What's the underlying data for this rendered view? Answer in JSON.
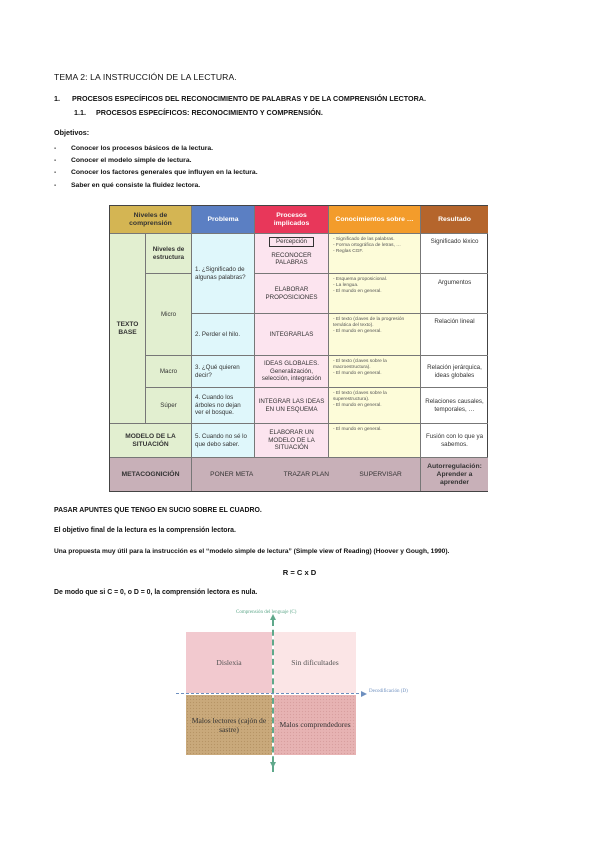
{
  "title": "TEMA 2: LA INSTRUCCIÓN DE LA LECTURA.",
  "section": {
    "num": "1.",
    "text": "PROCESOS ESPECÍFICOS DEL RECONOCIMIENTO DE PALABRAS Y DE LA COMPRENSIÓN LECTORA."
  },
  "subsection": {
    "num": "1.1.",
    "text": "PROCESOS ESPECÍFICOS: RECONOCIMIENTO Y COMPRENSIÓN."
  },
  "objectives_title": "Objetivos:",
  "objectives": [
    "Conocer los procesos básicos de la lectura.",
    "Conocer el modelo simple de lectura.",
    "Conocer los factores generales que influyen en la lectura.",
    "Saber en qué consiste la fluidez lectora."
  ],
  "table": {
    "headers": [
      "Niveles de comprensión",
      "Problema",
      "Procesos implicados",
      "Conocimientos sobre …",
      "Resultado"
    ],
    "texto_base": "TEXTO BASE",
    "niveles_estructura": "Niveles de estructura",
    "micro": "Micro",
    "macro": "Macro",
    "super": "Súper",
    "problems": [
      "1. ¿Significado de algunas palabras?",
      "2. Perder el hilo.",
      "3. ¿Qué quieren decir?",
      "4. Cuando los árboles no dejan ver el bosque.",
      "5. Cuando no sé lo que debo saber."
    ],
    "processes": [
      "Percepción",
      "RECONOCER PALABRAS",
      "ELABORAR PROPOSICIONES",
      "INTEGRARLAS",
      "IDEAS GLOBALES. Generalización, selección, integración",
      "INTEGRAR LAS IDEAS EN UN ESQUEMA",
      "ELABORAR UN MODELO DE LA SITUACIÓN"
    ],
    "knowledge": [
      "- Significado de las palabras.\n- Forma ortográfica de letras, …\n- Reglas CGF.",
      "- Esquema proposicional.\n- La lengua.\n- El mundo en general.",
      "- El texto (claves de la progresión temática del texto).\n- El mundo en general.",
      "- El texto (claves sobre la macroestructura).\n- El mundo en general.",
      "- El texto (claves sobre la superestructura).\n- El mundo en general.",
      "- El mundo en general."
    ],
    "results": [
      "Significado léxico",
      "Argumentos",
      "Relación lineal",
      "Relación jerárquica, ideas globales",
      "Relaciones causales, temporales, …",
      "Fusión con lo que ya sabemos."
    ],
    "modelo_situacion": "MODELO DE LA SITUACIÓN",
    "metacognicion": "METACOGNICIÓN",
    "meta_steps": [
      "PONER META",
      "TRAZAR PLAN",
      "SUPERVISAR"
    ],
    "autorregulacion": "Autorregulación: Aprender a aprender"
  },
  "paragraphs": [
    "PASAR APUNTES QUE TENGO EN SUCIO SOBRE EL CUADRO.",
    "El objetivo final de la lectura es la comprensión lectora.",
    "Una propuesta muy útil para la instrucción es el “modelo simple de lectura” (Simple view of Reading) (Hoover y Gough, 1990).",
    "De modo que si C = 0, o D = 0, la comprensión lectora es nula."
  ],
  "formula": "R = C x D",
  "diagram": {
    "y_label": "Comprensión del lenguaje (C)",
    "x_label": "Decodificación (D)",
    "q_top_left": "Dislexia",
    "q_top_right": "Sin dificultades",
    "q_bottom_left": "Malos lectores (cajón de sastre)",
    "q_bottom_right": "Malos comprendedores"
  },
  "colors": {
    "hdr_niveles": "#d4b553",
    "hdr_problema": "#5b7fc3",
    "hdr_procesos": "#e8375a",
    "hdr_conocimientos": "#f39c2b",
    "hdr_resultado": "#b5652c",
    "left_green": "#e2efd0",
    "col_problema": "#dff7fb",
    "col_procesos": "#fce4ef",
    "col_conocimientos": "#fdfcd9",
    "bottom_row": "#c8b0b8"
  }
}
